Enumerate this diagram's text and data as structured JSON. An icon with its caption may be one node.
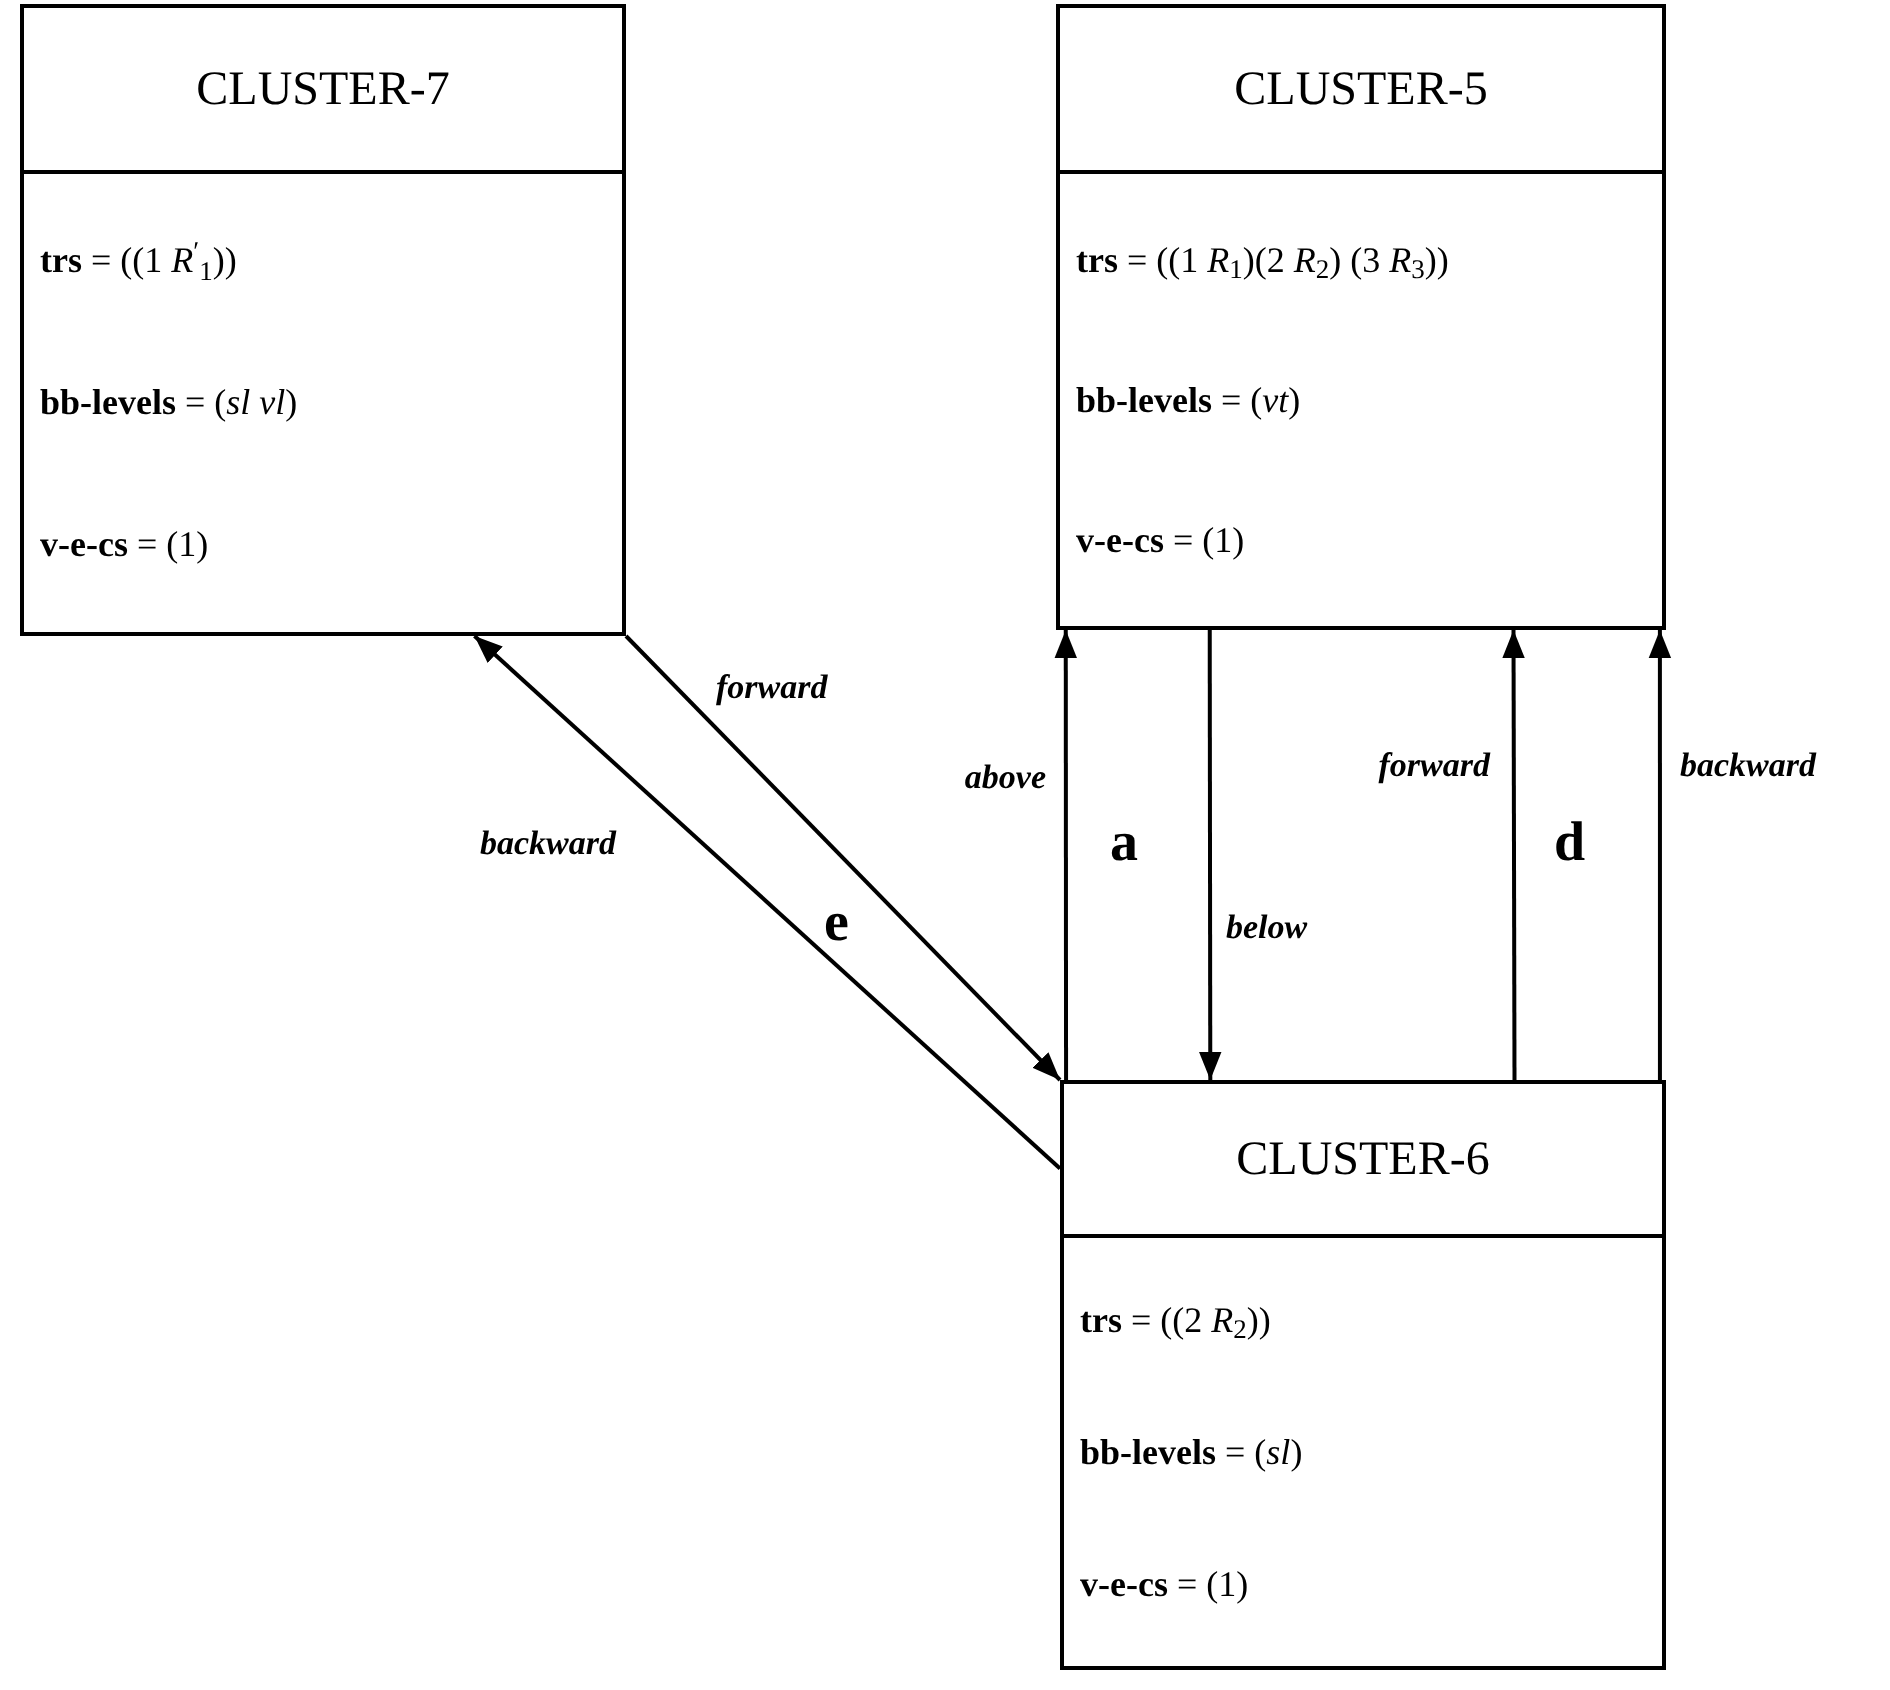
{
  "diagram": {
    "nodes": [
      {
        "text": [
          "CLUSTER-7",
          "**trs** = ((1 *R*$^{′}$$_{1}$))",
          "**bb-levels** = (*sl vl*)",
          "**v-e-cs** = (1)"
        ]
      },
      {
        "text": [
          "CLUSTER-5",
          "**trs** = ((1 *R*$_{1}$)(2 *R*$_{2}$) (3 *R*$_{3}$))",
          "**bb-levels** = (*vt*)",
          "**v-e-cs** = (1)"
        ]
      },
      {
        "text": [
          "CLUSTER-6",
          "**trs** = ((2 *R*$_{2}$))",
          "**bb-levels** = (*sl*)",
          "**v-e-cs** = (1)"
        ]
      }
    ],
    "edges": [
      {
        "from": 0,
        "to": 2,
        "arrow": "to",
        "label": "forward"
      },
      {
        "from": 2,
        "to": 0,
        "arrow": "to",
        "label": "backward"
      },
      {
        "from": 2,
        "to": 1,
        "arrow": "to",
        "label": "above"
      },
      {
        "from": 1,
        "to": 2,
        "arrow": "to",
        "label": "below"
      },
      {
        "from": 2,
        "to": 1,
        "arrow": "to",
        "label": "forward"
      },
      {
        "from": 2,
        "to": 1,
        "arrow": "to",
        "label": "backward"
      }
    ],
    "labels": [
      "a",
      "d",
      "e"
    ]
  }
}
